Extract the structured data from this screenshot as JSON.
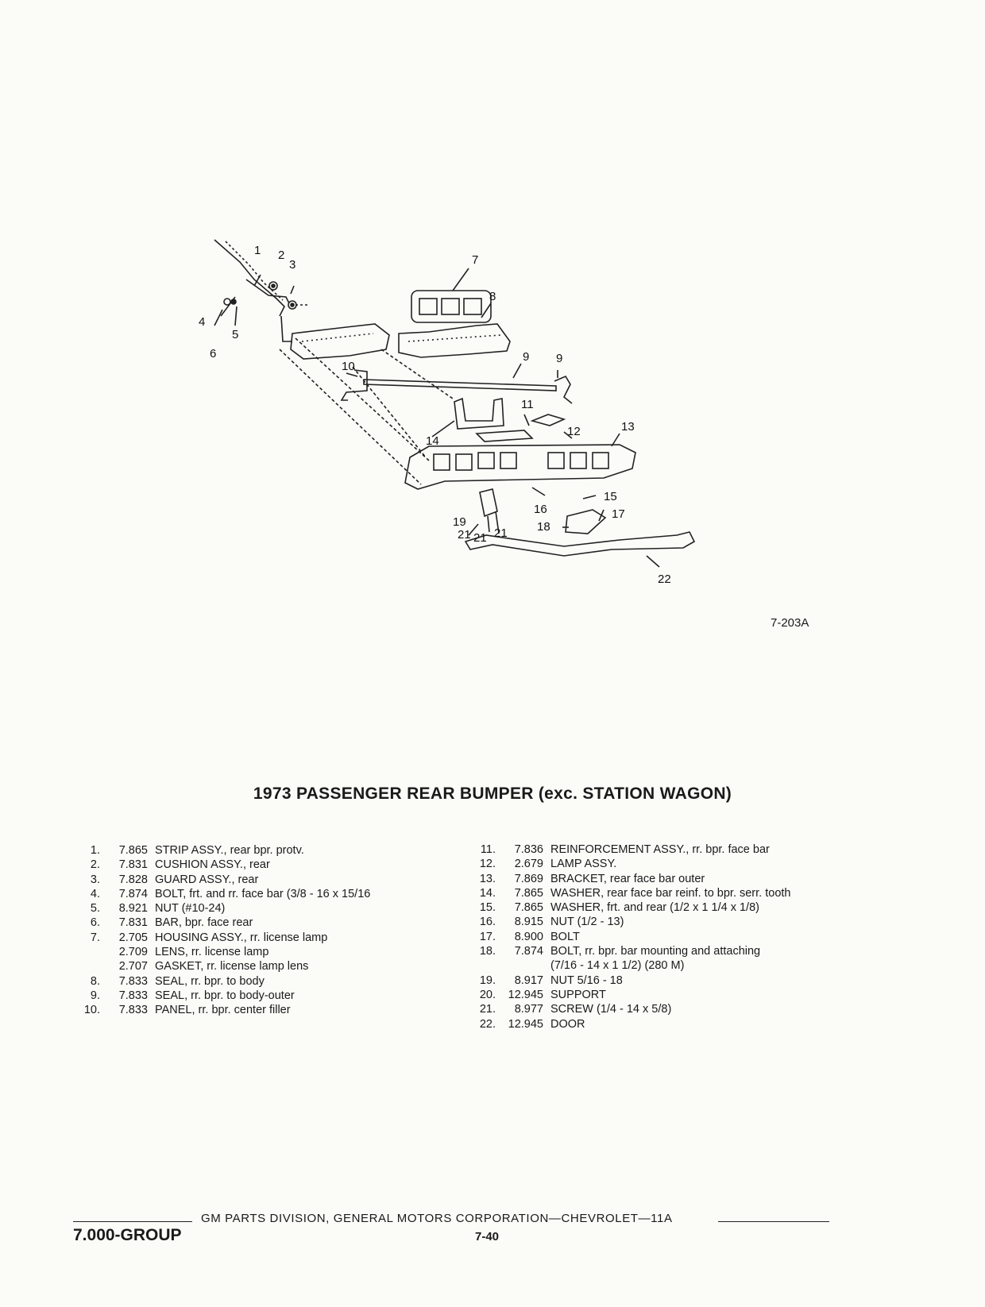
{
  "figure": {
    "id": "7-203A",
    "callouts": [
      "1",
      "2",
      "3",
      "4",
      "5",
      "6",
      "7",
      "8",
      "9",
      "9",
      "10",
      "11",
      "12",
      "13",
      "14",
      "15",
      "16",
      "17",
      "18",
      "19",
      "21",
      "21",
      "21",
      "22"
    ]
  },
  "title": "1973 PASSENGER REAR BUMPER (exc. STATION WAGON)",
  "parts_left": [
    {
      "num": "1.",
      "group": "7.865",
      "desc": "STRIP ASSY., rear bpr. protv."
    },
    {
      "num": "2.",
      "group": "7.831",
      "desc": "CUSHION ASSY., rear"
    },
    {
      "num": "3.",
      "group": "7.828",
      "desc": "GUARD ASSY., rear"
    },
    {
      "num": "4.",
      "group": "7.874",
      "desc": "BOLT, frt. and rr. face bar (3/8 - 16 x 15/16"
    },
    {
      "num": "5.",
      "group": "8.921",
      "desc": "NUT (#10-24)"
    },
    {
      "num": "6.",
      "group": "7.831",
      "desc": "BAR, bpr. face rear"
    },
    {
      "num": "7.",
      "group": "2.705",
      "desc": "HOUSING ASSY., rr. license lamp"
    },
    {
      "num": "",
      "group": "2.709",
      "desc": "LENS, rr. license lamp"
    },
    {
      "num": "",
      "group": "2.707",
      "desc": "GASKET, rr. license lamp lens"
    },
    {
      "num": "8.",
      "group": "7.833",
      "desc": "SEAL, rr. bpr. to body"
    },
    {
      "num": "9.",
      "group": "7.833",
      "desc": "SEAL, rr. bpr. to body-outer"
    },
    {
      "num": "10.",
      "group": "7.833",
      "desc": "PANEL, rr. bpr. center filler"
    }
  ],
  "parts_right": [
    {
      "num": "11.",
      "group": "7.836",
      "desc": "REINFORCEMENT ASSY., rr. bpr. face bar"
    },
    {
      "num": "12.",
      "group": "2.679",
      "desc": "LAMP ASSY."
    },
    {
      "num": "13.",
      "group": "7.869",
      "desc": "BRACKET, rear face bar outer"
    },
    {
      "num": "14.",
      "group": "7.865",
      "desc": "WASHER, rear face bar reinf. to bpr. serr. tooth"
    },
    {
      "num": "15.",
      "group": "7.865",
      "desc": "WASHER, frt. and rear (1/2 x 1 1/4 x 1/8)"
    },
    {
      "num": "16.",
      "group": "8.915",
      "desc": "NUT (1/2 - 13)"
    },
    {
      "num": "17.",
      "group": "8.900",
      "desc": "BOLT"
    },
    {
      "num": "18.",
      "group": "7.874",
      "desc": "BOLT, rr. bpr. bar mounting and attaching"
    },
    {
      "num": "",
      "group": "",
      "desc": "(7/16 - 14 x 1 1/2) (280 M)"
    },
    {
      "num": "19.",
      "group": "8.917",
      "desc": "NUT 5/16 - 18"
    },
    {
      "num": "20.",
      "group": "12.945",
      "desc": "SUPPORT"
    },
    {
      "num": "21.",
      "group": "8.977",
      "desc": "SCREW (1/4 - 14 x 5/8)"
    },
    {
      "num": "22.",
      "group": "12.945",
      "desc": "DOOR"
    }
  ],
  "footer": {
    "division": "GM PARTS DIVISION, GENERAL MOTORS CORPORATION—CHEVROLET—11A",
    "group": "7.000-GROUP",
    "page": "7-40"
  }
}
